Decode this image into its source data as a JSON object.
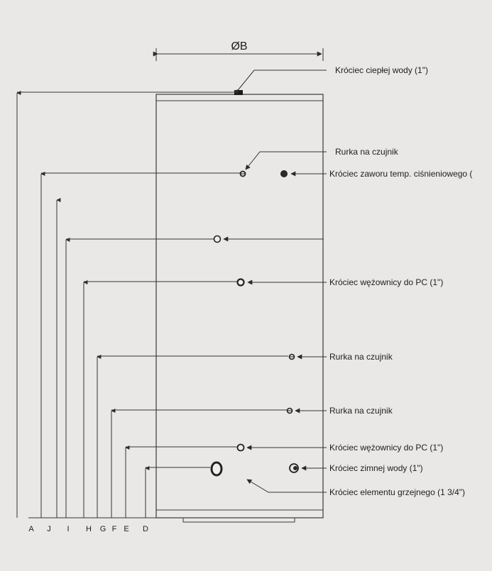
{
  "diagram": {
    "diameter_label": "ØB",
    "dimension_letters": [
      "A",
      "J",
      "I",
      "H",
      "G",
      "F",
      "E",
      "D"
    ],
    "callouts": {
      "hot_water": "Króciec ciepłej wody (1\")",
      "sensor_tube_top": "Rurka na czujnik",
      "temp_pressure_valve": "Króciec zaworu temp. ciśnieniowego (",
      "coil_upper": "Króciec wężownicy do PC (1\")",
      "sensor_tube_mid": "Rurka na czujnik",
      "sensor_tube_low": "Rurka na czujnik",
      "coil_lower": "Króciec wężownicy do PC (1\")",
      "cold_water": "Króciec zimnej wody (1\")",
      "heating_element": "Króciec elementu grzejnego (1 3/4\")"
    }
  }
}
